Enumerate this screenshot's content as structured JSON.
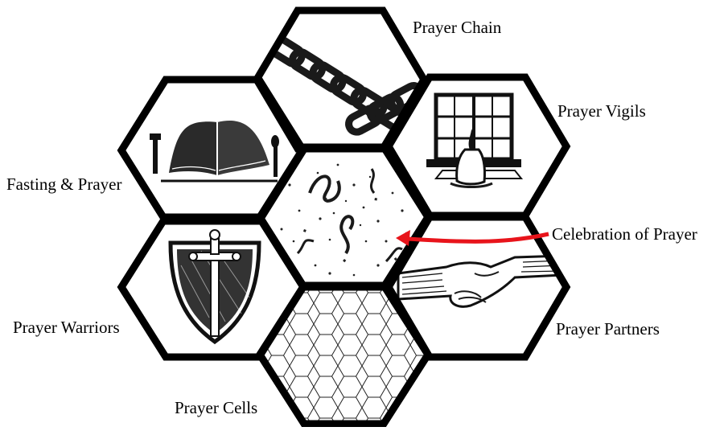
{
  "diagram": {
    "hexagons": [
      {
        "id": "chain",
        "label": "Prayer Chain",
        "icon": "chain-icon"
      },
      {
        "id": "vigils",
        "label": "Prayer Vigils",
        "icon": "window-candle-icon"
      },
      {
        "id": "fasting",
        "label": "Fasting & Prayer",
        "icon": "open-book-icon"
      },
      {
        "id": "center",
        "label": "Celebration of Prayer",
        "icon": "confetti-icon"
      },
      {
        "id": "warriors",
        "label": "Prayer Warriors",
        "icon": "shield-sword-icon"
      },
      {
        "id": "partners",
        "label": "Prayer Partners",
        "icon": "handshake-icon"
      },
      {
        "id": "cells",
        "label": "Prayer Cells",
        "icon": "honeycomb-icon"
      }
    ],
    "arrow_color": "#e8141b",
    "outline_color": "#000000"
  }
}
